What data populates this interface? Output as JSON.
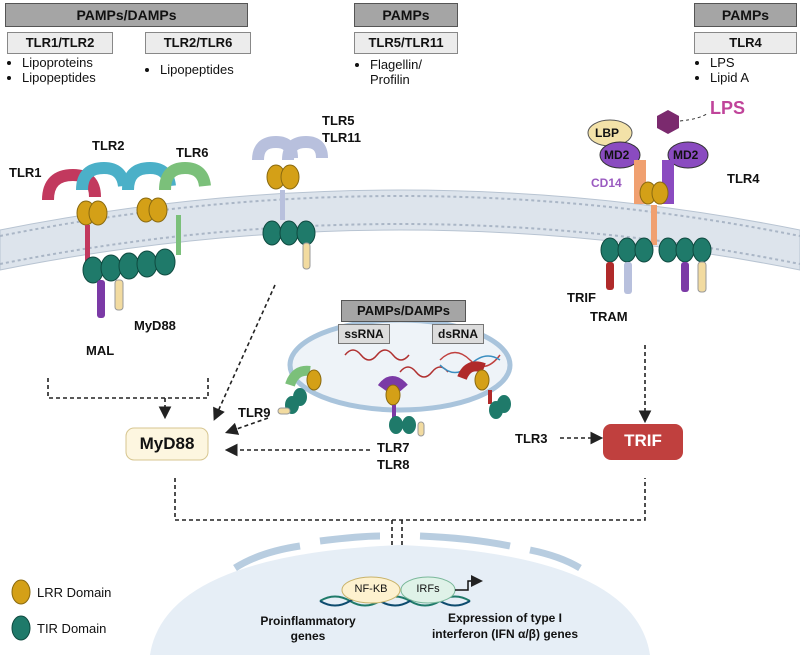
{
  "headers": {
    "left": {
      "title": "PAMPs/DAMPs",
      "receptors": [
        "TLR1/TLR2",
        "TLR2/TLR6"
      ],
      "ligands_a": [
        "Lipoproteins",
        "Lipopeptides"
      ],
      "ligands_b": [
        "Lipopeptides"
      ]
    },
    "mid": {
      "title": "PAMPs",
      "receptor": "TLR5/TLR11",
      "ligands": [
        "Flagellin/",
        "Profilin"
      ]
    },
    "right": {
      "title": "PAMPs",
      "receptor": "TLR4",
      "ligands": [
        "LPS",
        "Lipid A"
      ]
    }
  },
  "labels": {
    "tlr1": "TLR1",
    "tlr2": "TLR2",
    "tlr6": "TLR6",
    "tlr5": "TLR5",
    "tlr11": "TLR11",
    "lps": "LPS",
    "lbp": "LBP",
    "md2a": "MD2",
    "md2b": "MD2",
    "cd14": "CD14",
    "tlr4": "TLR4",
    "mal": "MAL",
    "myd88_adaptor": "MyD88",
    "trif_adaptor": "TRIF",
    "tram": "TRAM"
  },
  "endosome": {
    "title": "PAMPs/DAMPs",
    "ssrna": "ssRNA",
    "dsrna": "dsRNA",
    "tlr9": "TLR9",
    "tlr7": "TLR7",
    "tlr8": "TLR8",
    "tlr3": "TLR3"
  },
  "pathways": {
    "myd88": "MyD88",
    "trif": "TRIF"
  },
  "nucleus": {
    "nfkb": "NF-KB",
    "irfs": "IRFs",
    "proinflammatory": [
      "Proinflammatory",
      "genes"
    ],
    "interferon": [
      "Expression of type I",
      "interferon (IFN α/β) genes"
    ]
  },
  "legend": [
    {
      "label": "LRR Domain",
      "color": "#d4a017"
    },
    {
      "label": "TIR Domain",
      "color": "#1f7a6a"
    }
  ],
  "colors": {
    "lrr": "#d4a017",
    "tir": "#1f7a6a",
    "membrane": "#cfd8e3",
    "trif": "#c0403e",
    "lps": "#c0449a",
    "md2": "#7b3aa6"
  }
}
